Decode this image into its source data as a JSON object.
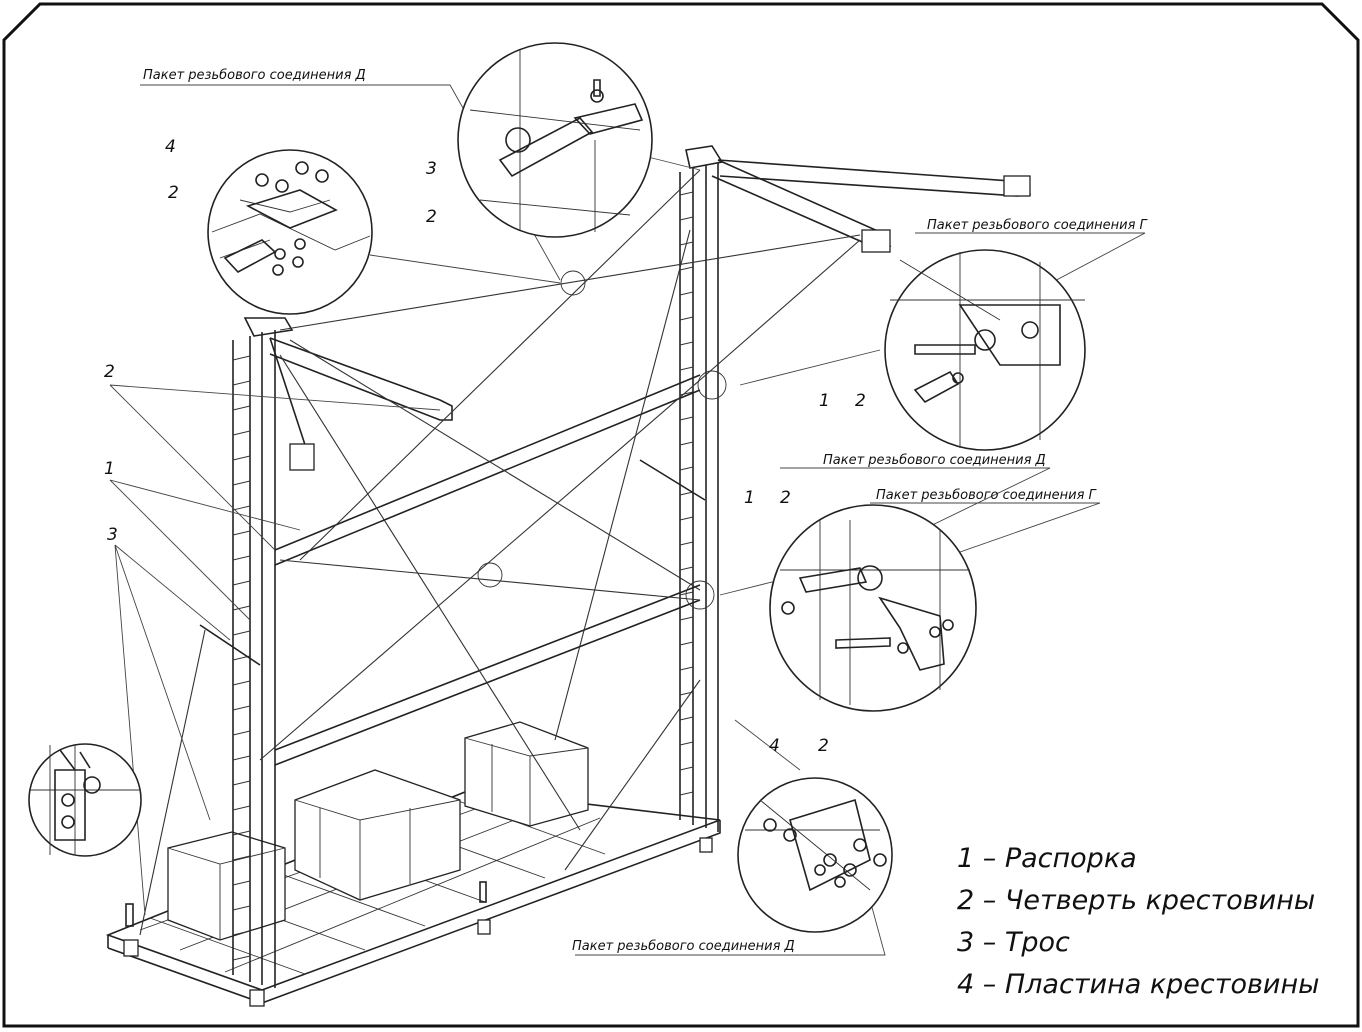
{
  "callouts": {
    "pkg_d_top": "Пакет резьбового соединения Д",
    "pkg_g_right_top": "Пакет резьбового соединения Г",
    "pkg_d_right_mid": "Пакет резьбового соединения Д",
    "pkg_g_right_mid": "Пакет резьбового соединения Г",
    "pkg_d_bottom": "Пакет резьбового соединения Д"
  },
  "numbers": {
    "tl_4": "4",
    "tl_2": "2",
    "tc_3": "3",
    "tc_2": "2",
    "l_2": "2",
    "l_1": "1",
    "l_3": "3",
    "r_1": "1",
    "r_2": "2",
    "rm_1": "1",
    "rm_2": "2",
    "bc_4": "4",
    "bc_2": "2"
  },
  "legend": [
    "1 – Распорка",
    "2 – Четверть крестовины",
    "3 – Трос",
    "4 – Пластина крестовины"
  ]
}
